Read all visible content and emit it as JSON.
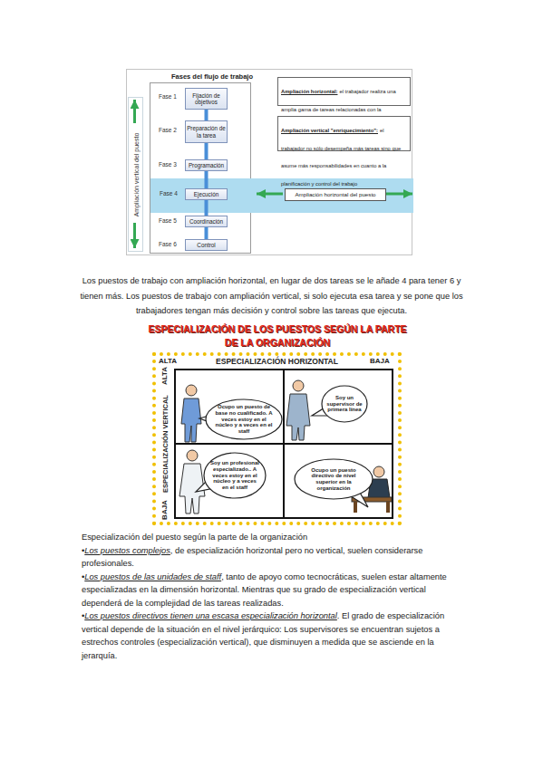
{
  "diagram": {
    "nodes": [
      {
        "text": [
          "Fases del flujo de trabajo"
        ]
      },
      {
        "text": [
          "Ampliación vertical del puesto"
        ],
        "in": 0
      },
      {
        "text": [
          "Fijación de objetivos"
        ],
        "in": 0
      },
      {
        "text": [
          "Preparación de la tarea"
        ],
        "in": 0
      },
      {
        "text": [
          "Programación"
        ],
        "in": 0
      },
      {
        "text": [
          "Fase 4"
        ],
        "in": 0
      },
      {
        "text": [
          "Ejecución"
        ],
        "in": 5
      },
      {
        "text": [
          "Ampliación horizontal del puesto"
        ],
        "in": 5
      },
      {
        "text": [
          "Coordinación"
        ],
        "in": 0
      },
      {
        "text": [
          "Control"
        ],
        "in": 0
      },
      {
        "text": [
          "Ampliación horizontal:",
          "el trabajador realiza una amplia gama de tareas relacionadas con la producción de servicios y de productos"
        ],
        "in": 0
      },
      {
        "text": [
          "Ampliación vertical \"enriquecimiento\":",
          "el trabajador no sólo desempeña más tareas sino que asume más responsabilidades en cuanto a la planificación y control del trabajo"
        ],
        "in": 0
      },
      {
        "text": [
          "ESPECIALIZACIÓN DE LOS PUESTOS SEGÚN LA PARTE DE LA ORGANIZACIÓN",
          "ESPECIALIZACIÓN HORIZONTAL",
          "ALTA",
          "BAJA",
          "ALTA",
          "ESPECIALIZACIÓN VERTICAL",
          "BAJA"
        ]
      },
      {
        "text": [
          "Ocupo un puesto de base no cualificado. A veces estoy en el núcleo y a veces en el staff"
        ],
        "in": 12
      },
      {
        "text": [
          "Soy un supervisor de primera línea"
        ],
        "in": 12
      },
      {
        "text": [
          "Soy un profesional especializado.. A veces estoy en el núcleo y a veces en el staff"
        ],
        "in": 12
      },
      {
        "text": [
          "Ocupo un puesto directivo de nivel superior en la organización"
        ],
        "in": 12
      }
    ],
    "edges": [
      {
        "from": 2,
        "to": 3,
        "arrow": "to"
      },
      {
        "from": 3,
        "to": 4,
        "arrow": "to"
      },
      {
        "from": 4,
        "to": 6,
        "arrow": "to"
      },
      {
        "from": 6,
        "to": 8,
        "arrow": "to"
      },
      {
        "from": 8,
        "to": 9,
        "arrow": "to"
      }
    ],
    "labels": [
      "Fase 1",
      "Fase 2",
      "Fase 3",
      "Fase 5",
      "Fase 6",
      "Los puestos de trabajo con ampliación horizontal, en lugar de dos tareas se le añade 4 para tener 6 y tienen más. Los puestos de trabajo con ampliación vertical, si solo ejecuta esa tarea y se pone que los trabajadores tengan más decisión y control sobre las tareas que ejecuta.",
      "Especialización del puesto según la parte de la organización",
      "•",
      "Los puestos complejos",
      ", de especialización horizontal pero no vertical, suelen considerarse profesionales.",
      "•",
      "Los puestos de las unidades de staff",
      ", tanto de apoyo como tecnocráticas, suelen estar altamente especializadas en la dimensión horizontal. Mientras que su grado de especialización vertical dependerá de la complejidad de las tareas realizadas.",
      "•",
      "Los puestos directivos tienen una escasa especialización horizontal",
      ". El grado de especialización vertical depende de la situación en el nivel jerárquico: Los supervisores se encuentran sujetos a estrechos controles (especialización vertical), que disminuyen a medida que se asciende en la jerarquía."
    ]
  }
}
